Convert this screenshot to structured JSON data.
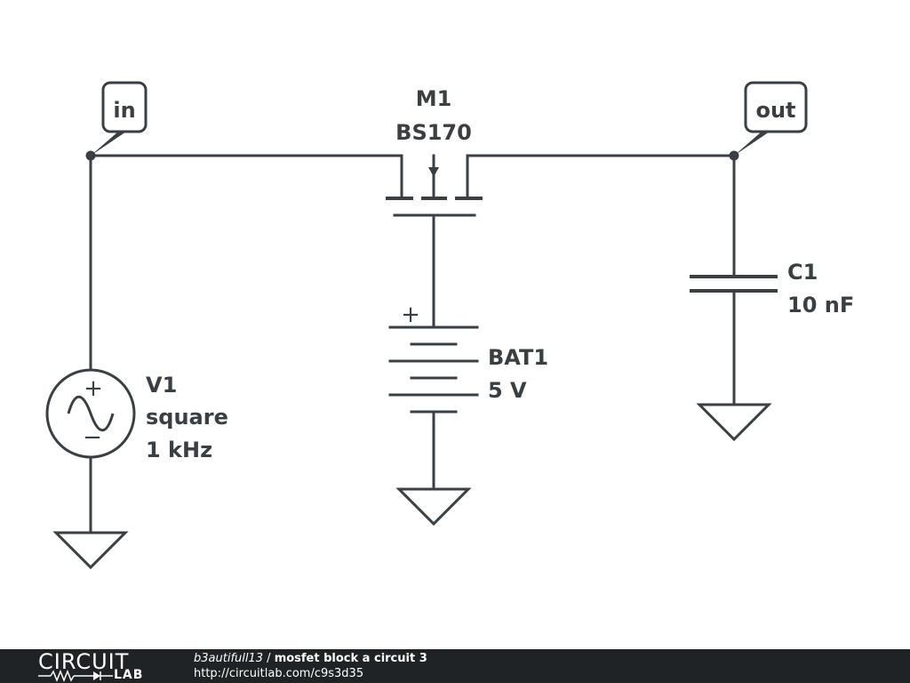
{
  "labels": {
    "in": "in",
    "out": "out",
    "m1_name": "M1",
    "m1_part": "BS170",
    "bat_name": "BAT1",
    "bat_value": "5 V",
    "bat_plus": "+",
    "v1_name": "V1",
    "v1_type": "square",
    "v1_freq": "1 kHz",
    "v1_plus": "+",
    "v1_minus": "−",
    "c1_name": "C1",
    "c1_value": "10 nF"
  },
  "footer": {
    "logo_top": "CIRCUIT",
    "logo_bottom": "LAB",
    "author": "b3autifull13",
    "separator": " / ",
    "title": "mosfet block a circuit 3",
    "url": "http://circuitlab.com/c9s3d35"
  },
  "colors": {
    "stroke": "#3a3f44",
    "footer_bg": "#1f2326"
  }
}
